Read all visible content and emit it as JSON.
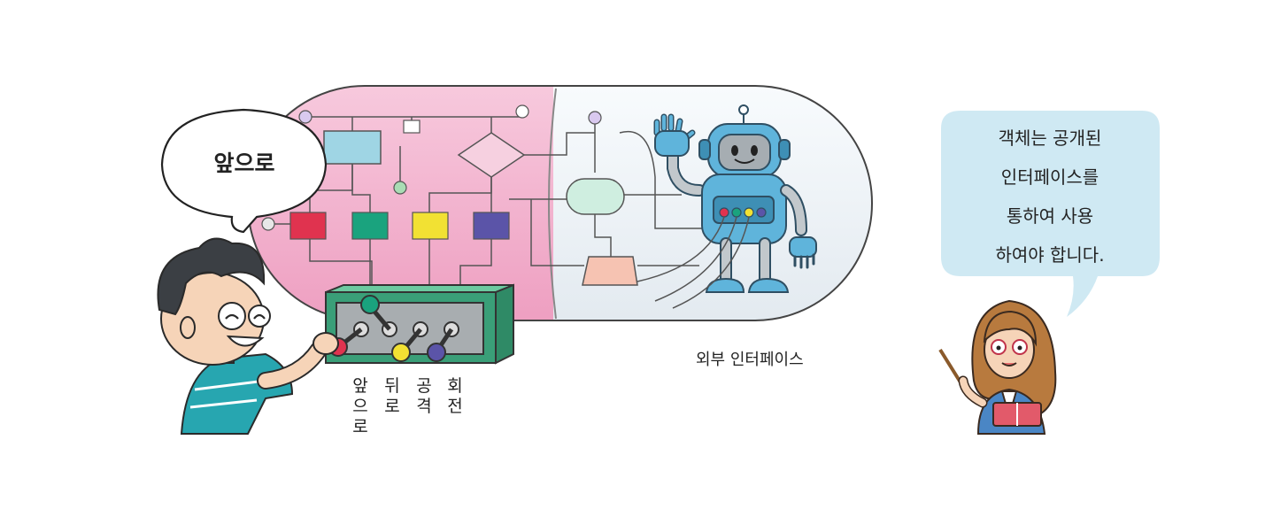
{
  "speech_left": "앞으로",
  "lever_labels": [
    {
      "text": "앞으로",
      "chars": [
        "앞",
        "으",
        "로"
      ]
    },
    {
      "text": "뒤로",
      "chars": [
        "뒤",
        "로"
      ]
    },
    {
      "text": "공격",
      "chars": [
        "공",
        "격"
      ]
    },
    {
      "text": "회전",
      "chars": [
        "회",
        "전"
      ]
    }
  ],
  "interface_label": "외부 인터페이스",
  "speech_right": {
    "line1": "객체는 공개된",
    "line2": "인터페이스를",
    "line3": "통하여 사용",
    "line4": "하여야 합니다."
  },
  "colors": {
    "capsule_pink": "#f2b3cf",
    "capsule_glass": "#eef3f7",
    "block_red": "#e0334f",
    "block_green": "#1aa37e",
    "block_yellow": "#f2e133",
    "block_purple": "#5b54a8",
    "robot_blue": "#5fb4db",
    "panel_green": "#3a9f78",
    "bubble_blue": "#cfe9f3"
  }
}
